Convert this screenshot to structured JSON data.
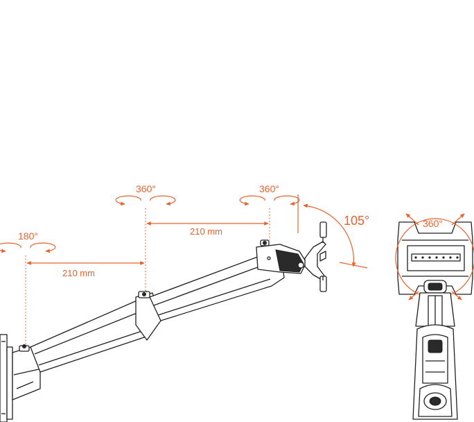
{
  "colors": {
    "accent": "#e8612c",
    "ink": "#1f1f1f"
  },
  "labels": {
    "rotation_wall": "180°",
    "rotation_elbow": "360°",
    "rotation_head": "360°",
    "tilt_angle": "105°",
    "screen_rotation": "360°",
    "arm_length_1": "210 mm",
    "arm_length_2": "210 mm"
  }
}
